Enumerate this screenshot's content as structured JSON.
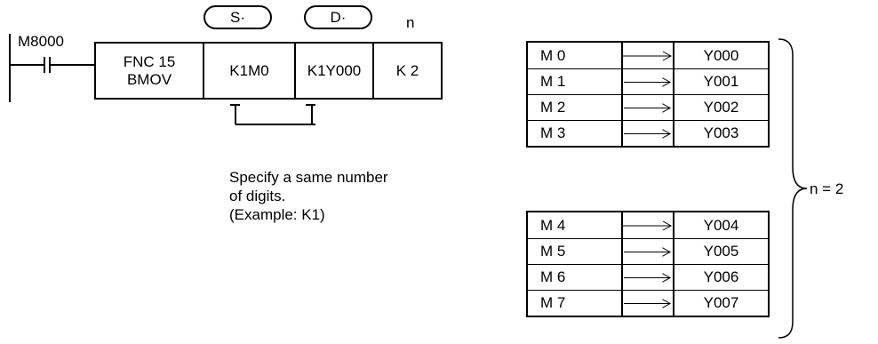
{
  "ladder": {
    "contact_label": "M8000",
    "instruction_line1": "FNC 15",
    "instruction_line2": "BMOV",
    "source_operand": "K1M0",
    "dest_operand": "K1Y000",
    "n_value": "K 2"
  },
  "headers": {
    "source": "S·",
    "dest": "D·",
    "n": "n"
  },
  "note": {
    "line1": "Specify a same number",
    "line2": "of digits.",
    "line3": "(Example: K1)"
  },
  "transfer_groups": [
    {
      "rows": [
        {
          "source": "M  0",
          "dest": "Y000"
        },
        {
          "source": "M  1",
          "dest": "Y001"
        },
        {
          "source": "M  2",
          "dest": "Y002"
        },
        {
          "source": "M  3",
          "dest": "Y003"
        }
      ]
    },
    {
      "rows": [
        {
          "source": "M  4",
          "dest": "Y004"
        },
        {
          "source": "M  5",
          "dest": "Y005"
        },
        {
          "source": "M  6",
          "dest": "Y006"
        },
        {
          "source": "M  7",
          "dest": "Y007"
        }
      ]
    }
  ],
  "brace_label": "n = 2"
}
